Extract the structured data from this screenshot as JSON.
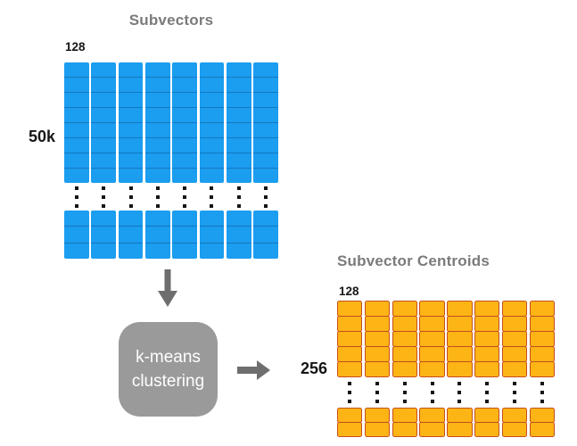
{
  "background": "#ffffff",
  "colors": {
    "blue_cell": "#1B9DF0",
    "blue_divider": "#1478BE",
    "orange_cell": "#FCB515",
    "orange_border": "#C74D1D",
    "title_gray": "#7B7B7B",
    "box_gray": "#9A9A9A",
    "arrow_gray": "#6E6E6E",
    "label_black": "#161616",
    "dot_black": "#161616"
  },
  "subvectors": {
    "title": "Subvectors",
    "width_label": "128",
    "height_label": "50k",
    "columns": 8,
    "main_rows": 8,
    "bottom_rows": 3,
    "ellipsis_dots": 3
  },
  "kmeans": {
    "line1": "k-means",
    "line2": "clustering"
  },
  "centroids": {
    "title": "Subvector Centroids",
    "width_label": "128",
    "height_label": "256",
    "columns": 8,
    "main_rows": 5,
    "bottom_rows": 2,
    "ellipsis_dots": 3
  },
  "icons": {
    "down_arrow": "arrow-down",
    "right_arrow": "arrow-right"
  }
}
